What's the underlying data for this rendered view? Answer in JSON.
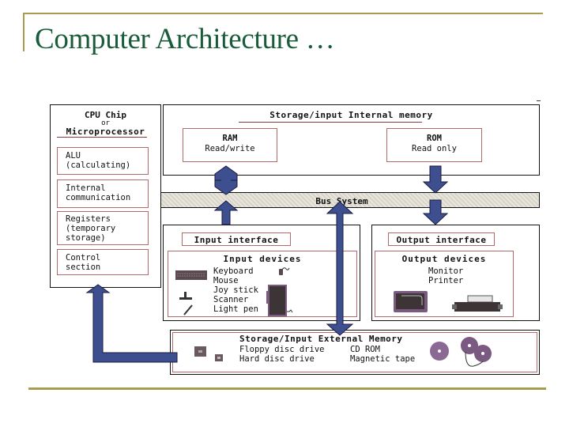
{
  "slide": {
    "title": "Computer Architecture …"
  },
  "colors": {
    "title_text": "#1a5c3a",
    "rule": "#a89c4e",
    "arrow_fill": "#3d4f8f",
    "box_border_red": "#b46a6a",
    "device_purple": "#7a5a80"
  },
  "cpu": {
    "title": "CPU Chip",
    "or": "or",
    "subtitle": "Microprocessor",
    "items": [
      {
        "lines": [
          "ALU",
          "(calculating)"
        ]
      },
      {
        "lines": [
          "Internal",
          "communication"
        ]
      },
      {
        "lines": [
          "Registers",
          "(temporary",
          "storage)"
        ]
      },
      {
        "lines": [
          "Control",
          "section"
        ]
      }
    ]
  },
  "internal_memory": {
    "title": "Storage/input Internal memory",
    "ram": {
      "title": "RAM",
      "desc": "Read/write"
    },
    "rom": {
      "title": "ROM",
      "desc": "Read only"
    }
  },
  "bus": {
    "label": "Bus System"
  },
  "input": {
    "interface_label": "Input interface",
    "devices_title": "Input devices",
    "devices": [
      "Keyboard",
      "Mouse",
      "Joy stick",
      "Scanner",
      "Light pen"
    ],
    "icons": [
      "keyboard-icon",
      "mouse-icon",
      "joystick-icon",
      "light-pen-icon",
      "scanner-icon"
    ]
  },
  "output": {
    "interface_label": "Output interface",
    "devices_title": "Output devices",
    "devices": [
      "Monitor",
      "Printer"
    ],
    "icons": [
      "monitor-icon",
      "printer-icon"
    ]
  },
  "external_memory": {
    "title": "Storage/Input External Memory",
    "col1": [
      "Floppy disc drive",
      "Hard disc drive"
    ],
    "col2": [
      "CD ROM",
      "Magnetic tape"
    ],
    "icons": [
      "floppy-drive-icon",
      "hard-drive-icon",
      "cd-rom-icon",
      "magnetic-tape-icon"
    ]
  }
}
